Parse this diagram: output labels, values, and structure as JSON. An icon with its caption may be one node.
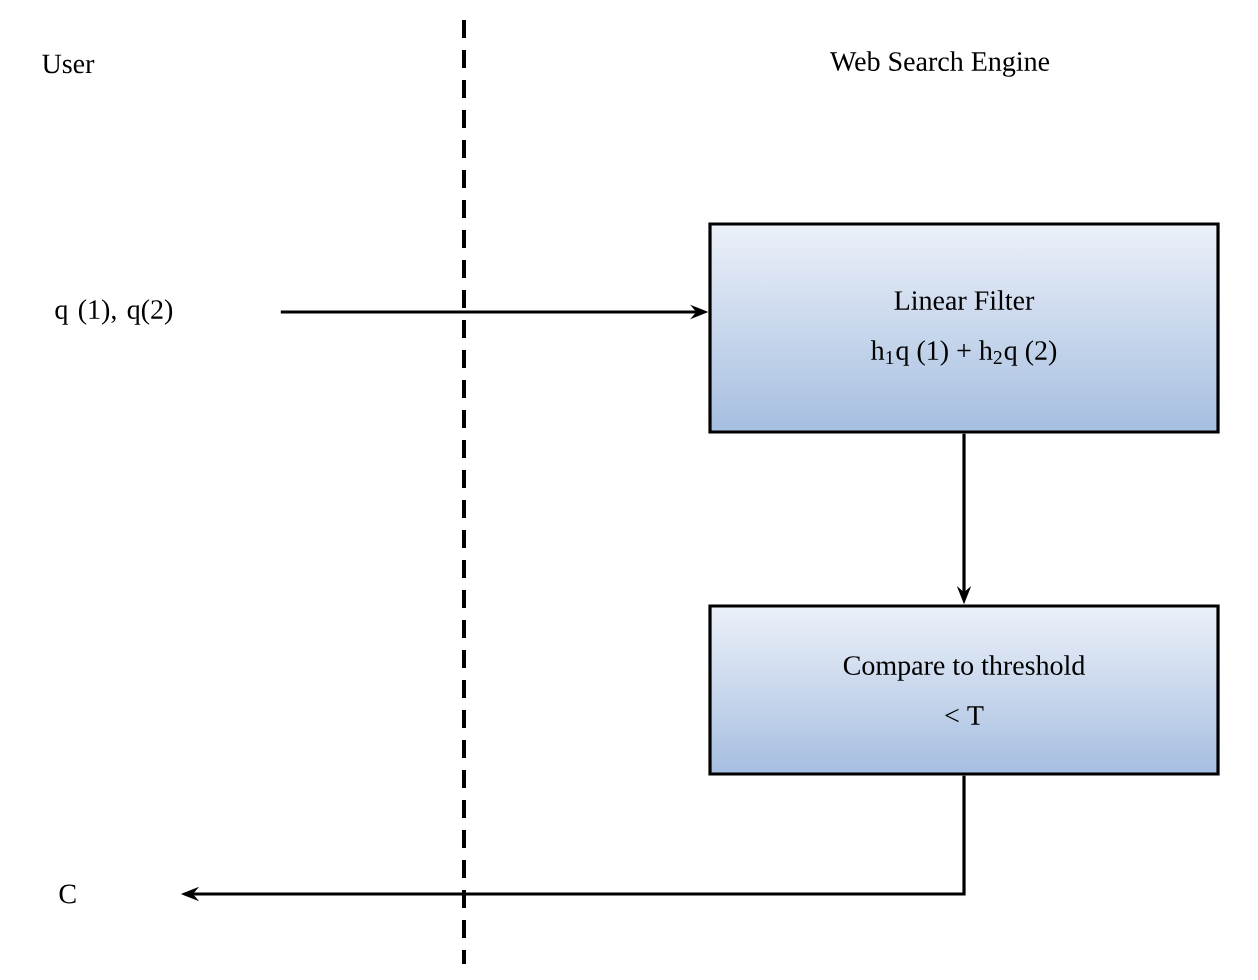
{
  "diagram": {
    "nodes": [
      {
        "text": [
          "q (1), q(2)"
        ]
      },
      {
        "text": [
          "Linear Filter",
          "h$_{1}$q (1) + h$_{2}$q (2)"
        ]
      },
      {
        "text": [
          "Compare to threshold",
          "< T"
        ]
      },
      {
        "text": [
          "C"
        ]
      }
    ],
    "edges": [
      {
        "from": 0,
        "to": 1,
        "arrow": "to"
      },
      {
        "from": 1,
        "to": 2,
        "arrow": "to"
      },
      {
        "from": 2,
        "to": 3,
        "arrow": "to"
      }
    ],
    "labels": [
      "User",
      "Web Search Engine"
    ]
  }
}
